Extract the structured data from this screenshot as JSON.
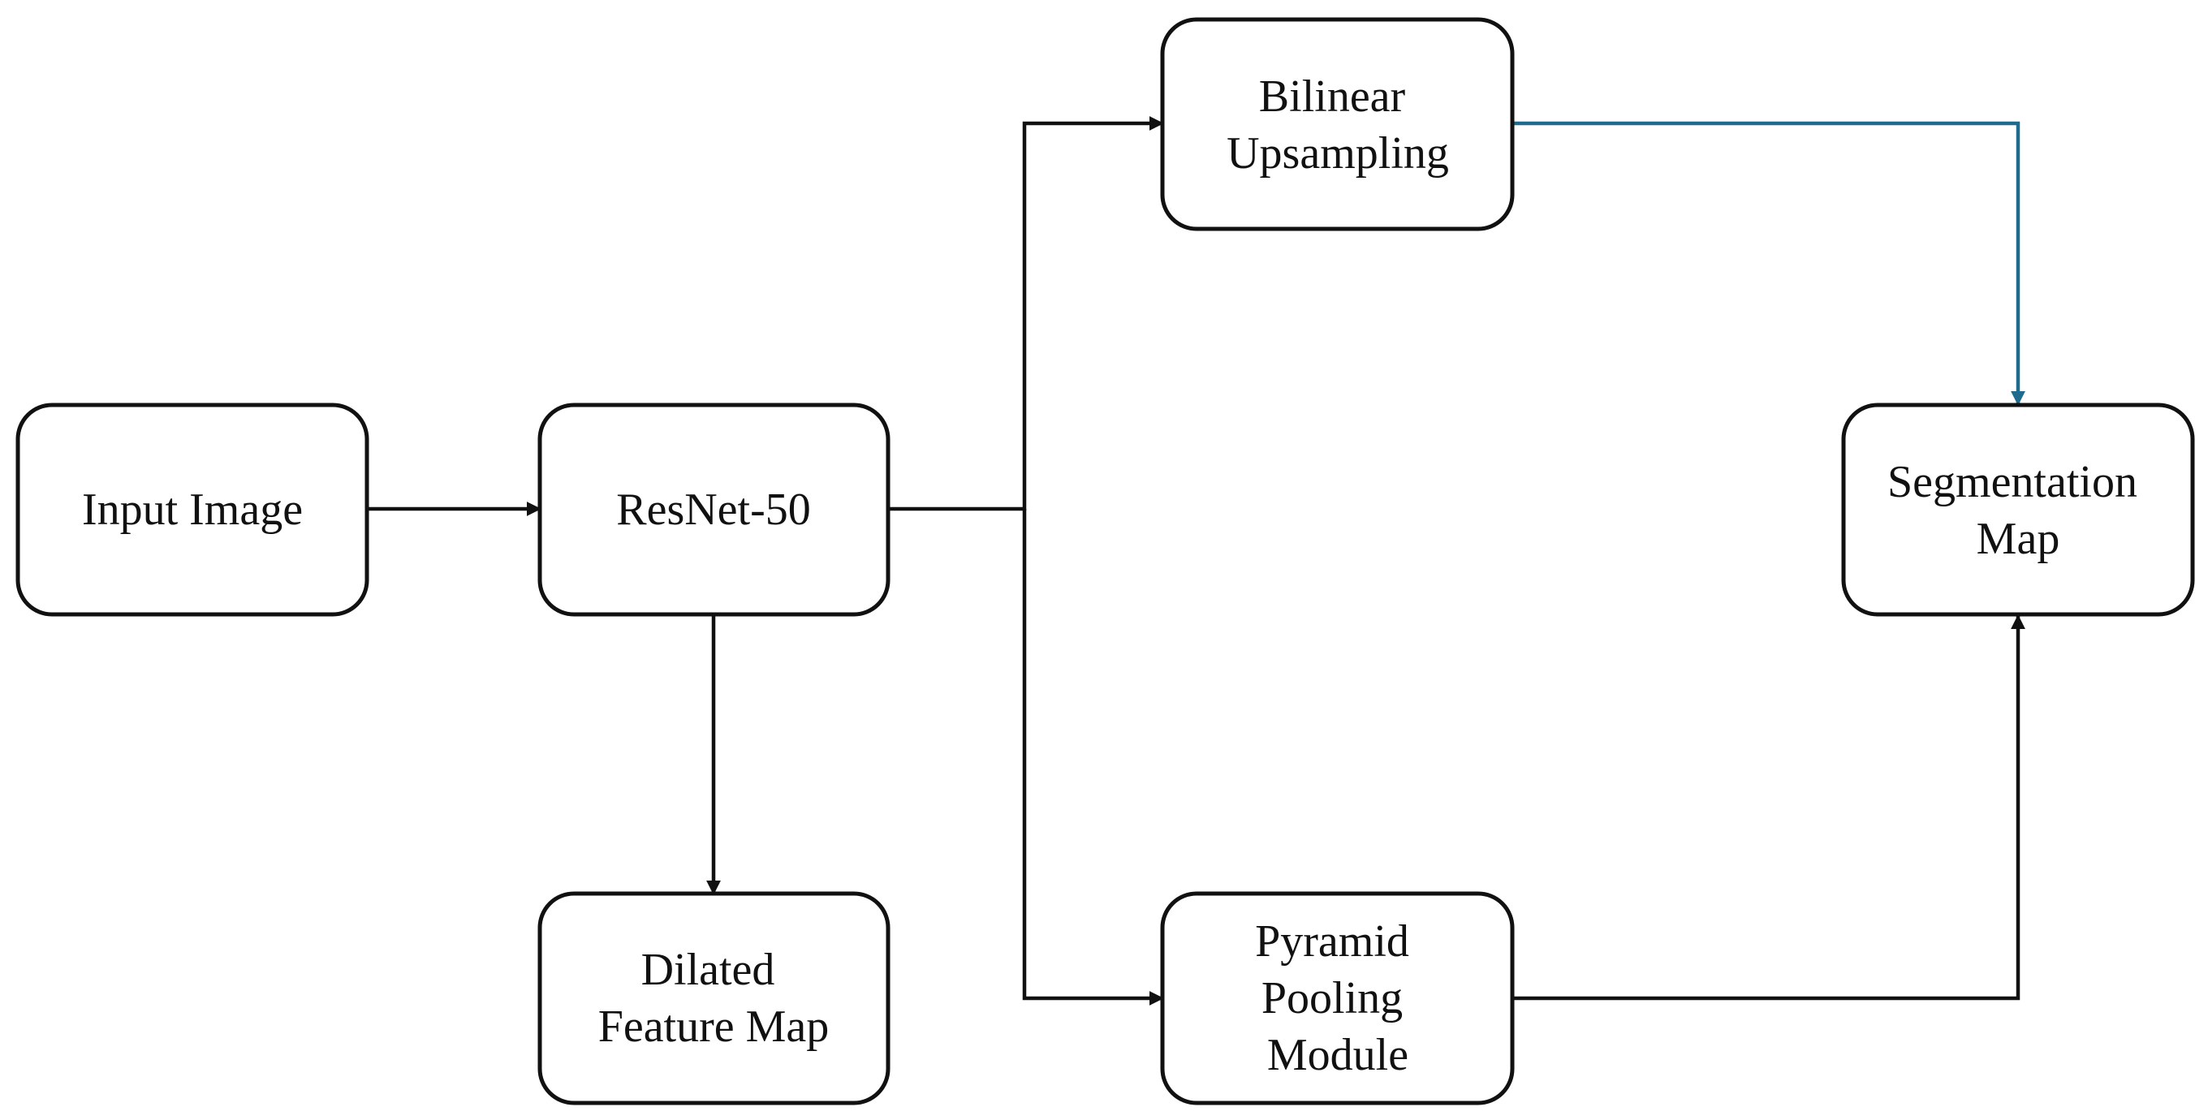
{
  "colors": {
    "line": "#111111",
    "highlight_edge": "#1f6b8e",
    "background": "#ffffff"
  },
  "nodes": {
    "input_image": {
      "lines": [
        "Input Image"
      ]
    },
    "resnet": {
      "lines": [
        "ResNet-50"
      ]
    },
    "dilated": {
      "lines": [
        "Dilated",
        "Feature Map"
      ]
    },
    "bilinear": {
      "lines": [
        "Bilinear",
        "Upsampling"
      ]
    },
    "pyramid": {
      "lines": [
        "Pyramid",
        "Pooling",
        "Module"
      ]
    },
    "segmentation": {
      "lines": [
        "Segmentation",
        "Map"
      ]
    }
  },
  "edges": [
    {
      "from": "input_image",
      "to": "resnet"
    },
    {
      "from": "resnet",
      "to": "dilated"
    },
    {
      "from": "resnet",
      "to": "bilinear"
    },
    {
      "from": "resnet",
      "to": "pyramid"
    },
    {
      "from": "bilinear",
      "to": "segmentation",
      "color": "highlight_edge"
    },
    {
      "from": "pyramid",
      "to": "segmentation"
    }
  ]
}
